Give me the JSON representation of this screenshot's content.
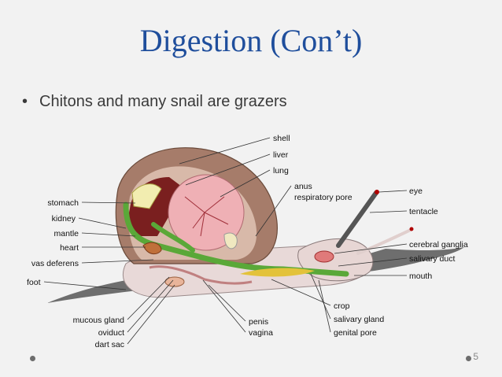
{
  "slide": {
    "title": "Digestion (Con’t)",
    "bullet": "Chitons and many snail are grazers",
    "bullet_marker": "•",
    "page_number": "5"
  },
  "diagram": {
    "labels_right": {
      "shell": "shell",
      "liver": "liver",
      "lung": "lung",
      "anus": "anus",
      "respiratory_pore": "respiratory pore",
      "eye": "eye",
      "tentacle": "tentacle",
      "cerebral_ganglia": "cerebral ganglia",
      "salivary_duct": "salivary duct",
      "mouth": "mouth",
      "crop": "crop",
      "salivary_gland": "salivary gland",
      "genital_pore": "genital pore",
      "penis": "penis",
      "vagina": "vagina"
    },
    "labels_left": {
      "stomach": "stomach",
      "kidney": "kidney",
      "mantle": "mantle",
      "heart": "heart",
      "vas_deferens": "vas deferens",
      "foot": "foot",
      "mucous_gland": "mucous gland",
      "oviduct": "oviduct",
      "dart_sac": "dart sac"
    },
    "colors": {
      "title": "#1f4e9c",
      "shell": "#a67c6a",
      "liver": "#7a1f1f",
      "foot": "#6e6e6e",
      "digestive_tract": "#5aa838",
      "gland": "#e3c23a",
      "lung": "#efb0b5"
    }
  }
}
